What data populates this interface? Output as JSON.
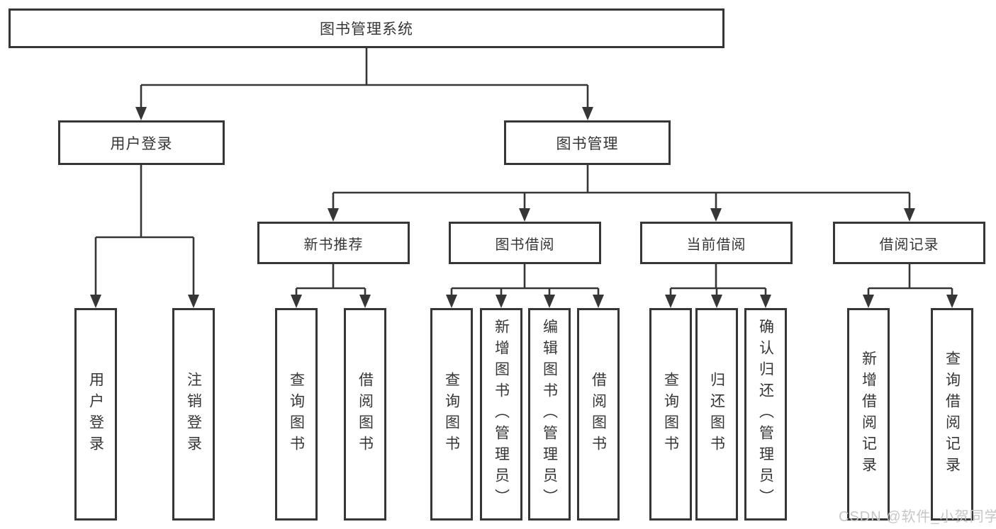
{
  "diagram": {
    "root": {
      "label": "图书管理系统"
    },
    "branches": [
      {
        "label": "用户登录",
        "children": [
          {
            "label": "用户登录"
          },
          {
            "label": "注销登录"
          }
        ]
      },
      {
        "label": "图书管理",
        "children": [
          {
            "label": "新书推荐",
            "children": [
              {
                "label": "查询图书"
              },
              {
                "label": "借阅图书"
              }
            ]
          },
          {
            "label": "图书借阅",
            "children": [
              {
                "label": "查询图书"
              },
              {
                "label": "新增图书（管理员）"
              },
              {
                "label": "编辑图书（管理员）"
              },
              {
                "label": "借阅图书"
              }
            ]
          },
          {
            "label": "当前借阅",
            "children": [
              {
                "label": "查询图书"
              },
              {
                "label": "归还图书"
              },
              {
                "label": "确认归还（管理员）"
              }
            ]
          },
          {
            "label": "借阅记录",
            "children": [
              {
                "label": "新增借阅记录"
              },
              {
                "label": "查询借阅记录"
              }
            ]
          }
        ]
      }
    ]
  },
  "watermark": {
    "text": "CSDN @软件_小贺同学"
  },
  "colors": {
    "line": "#363636",
    "text": "#363636",
    "watermark": "#c6c6c6",
    "background": "#ffffff"
  }
}
